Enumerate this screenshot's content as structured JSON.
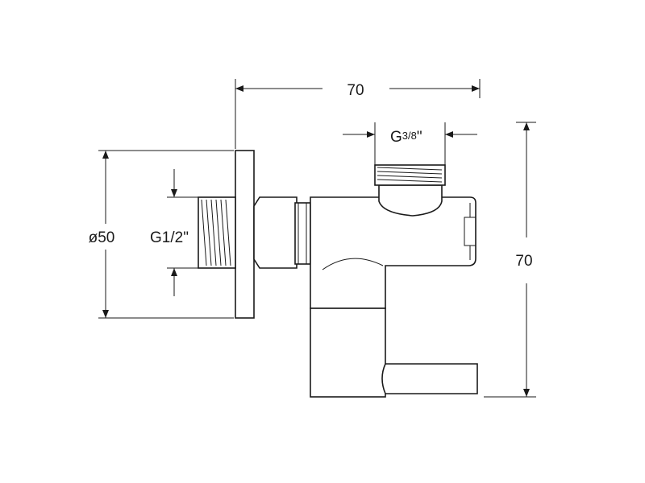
{
  "dimensions": {
    "width_top": "70",
    "height_right": "70",
    "diameter_left": "ø50",
    "thread_inlet": "G1/2\"",
    "thread_outlet_prefix": "G",
    "thread_outlet_fraction": "3/8",
    "thread_outlet_suffix": "\""
  }
}
